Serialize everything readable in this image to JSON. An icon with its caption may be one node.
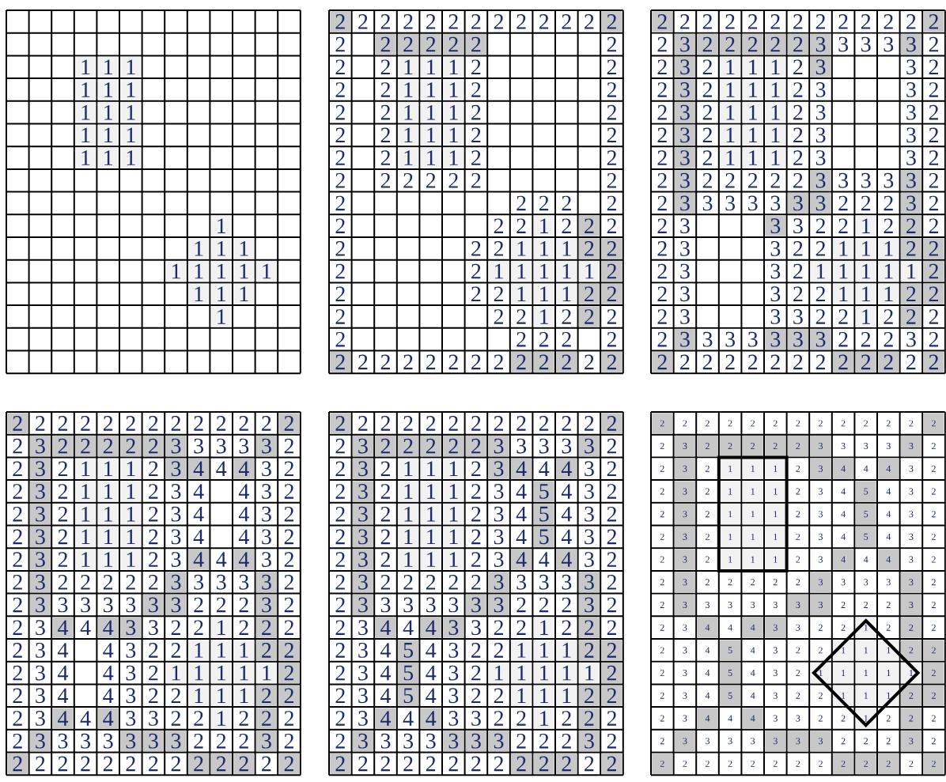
{
  "diagram": {
    "labels": [
      "1",
      "1",
      "1",
      "1",
      "1",
      "1",
      "1",
      "1",
      "1",
      "1",
      "1",
      "1",
      "1",
      "1",
      "1",
      "1",
      "1",
      "1",
      "1",
      "1",
      "1",
      "1",
      "1",
      "1",
      "1",
      "1",
      "1",
      "1",
      "2",
      "2",
      "2",
      "2",
      "2",
      "2",
      "2",
      "2",
      "2",
      "2",
      "2",
      "2",
      "2",
      "2",
      "2",
      "2",
      "2",
      "2",
      "2",
      "2",
      "2",
      "2",
      "1",
      "1",
      "1",
      "2",
      "2",
      "2",
      "2",
      "1",
      "1",
      "1",
      "2",
      "2",
      "2",
      "2",
      "1",
      "1",
      "1",
      "2",
      "2",
      "2",
      "2",
      "1",
      "1",
      "1",
      "2",
      "2",
      "2",
      "2",
      "1",
      "1",
      "1",
      "2",
      "2",
      "2",
      "2",
      "2",
      "2",
      "2",
      "2",
      "2",
      "2",
      "2",
      "2",
      "2",
      "2",
      "2",
      "2",
      "2",
      "1",
      "2",
      "2",
      "2",
      "2",
      "2",
      "2",
      "1",
      "1",
      "1",
      "2",
      "2",
      "2",
      "2",
      "1",
      "1",
      "1",
      "1",
      "1",
      "2",
      "2",
      "2",
      "2",
      "1",
      "1",
      "1",
      "2",
      "2",
      "2",
      "2",
      "2",
      "1",
      "2",
      "2",
      "2",
      "2",
      "2",
      "2",
      "2",
      "2",
      "2",
      "2",
      "2",
      "2",
      "2",
      "2",
      "2",
      "2",
      "2",
      "2",
      "2",
      "2",
      "2",
      "2",
      "2",
      "2",
      "2",
      "2",
      "2",
      "2",
      "2",
      "2",
      "2",
      "2",
      "2",
      "2",
      "2",
      "3",
      "2",
      "2",
      "2",
      "2",
      "2",
      "3",
      "3",
      "3",
      "3",
      "3",
      "2",
      "2",
      "3",
      "2",
      "1",
      "1",
      "1",
      "2",
      "3",
      "3",
      "2",
      "2",
      "3",
      "2",
      "1",
      "1",
      "1",
      "2",
      "3",
      "3",
      "2",
      "2",
      "3",
      "2",
      "1",
      "1",
      "1",
      "2",
      "3",
      "3",
      "2",
      "2",
      "3",
      "2",
      "1",
      "1",
      "1",
      "2",
      "3",
      "3",
      "2",
      "2",
      "3",
      "2",
      "1",
      "1",
      "1",
      "2",
      "3",
      "3",
      "2",
      "2",
      "3",
      "2",
      "2",
      "2",
      "2",
      "2",
      "3",
      "3",
      "3",
      "3",
      "3",
      "2",
      "2",
      "3",
      "3",
      "3",
      "3",
      "3",
      "3",
      "3",
      "2",
      "2",
      "2",
      "3",
      "2",
      "2",
      "3",
      "3",
      "3",
      "2",
      "2",
      "1",
      "2",
      "2",
      "2",
      "2",
      "3",
      "3",
      "2",
      "2",
      "1",
      "1",
      "1",
      "2",
      "2",
      "2",
      "3",
      "3",
      "2",
      "1",
      "1",
      "1",
      "1",
      "1",
      "2",
      "2",
      "3",
      "3",
      "2",
      "2",
      "1",
      "1",
      "1",
      "2",
      "2",
      "2",
      "3",
      "3",
      "3",
      "2",
      "2",
      "1",
      "2",
      "2",
      "2",
      "2",
      "3",
      "3",
      "3",
      "3",
      "3",
      "3",
      "3",
      "2",
      "2",
      "2",
      "3",
      "2",
      "2",
      "2",
      "2",
      "2",
      "2",
      "2",
      "2",
      "2",
      "2",
      "2",
      "2",
      "2",
      "2",
      "2",
      "2",
      "2",
      "2",
      "2",
      "2",
      "2",
      "2",
      "2",
      "2",
      "2",
      "2",
      "2",
      "2",
      "3",
      "2",
      "2",
      "2",
      "2",
      "2",
      "3",
      "3",
      "3",
      "3",
      "3",
      "2",
      "2",
      "3",
      "2",
      "1",
      "1",
      "1",
      "2",
      "3",
      "4",
      "4",
      "4",
      "3",
      "2",
      "2",
      "3",
      "2",
      "1",
      "1",
      "1",
      "2",
      "3",
      "4",
      "4",
      "3",
      "2",
      "2",
      "3",
      "2",
      "1",
      "1",
      "1",
      "2",
      "3",
      "4",
      "4",
      "3",
      "2",
      "2",
      "3",
      "2",
      "1",
      "1",
      "1",
      "2",
      "3",
      "4",
      "4",
      "3",
      "2",
      "2",
      "3",
      "2",
      "1",
      "1",
      "1",
      "2",
      "3",
      "4",
      "4",
      "4",
      "3",
      "2",
      "2",
      "3",
      "2",
      "2",
      "2",
      "2",
      "2",
      "3",
      "3",
      "3",
      "3",
      "3",
      "2",
      "2",
      "3",
      "3",
      "3",
      "3",
      "3",
      "3",
      "3",
      "2",
      "2",
      "2",
      "3",
      "2",
      "2",
      "3",
      "4",
      "4",
      "4",
      "3",
      "3",
      "2",
      "2",
      "1",
      "2",
      "2",
      "2",
      "2",
      "3",
      "4",
      "4",
      "3",
      "2",
      "2",
      "1",
      "1",
      "1",
      "2",
      "2",
      "2",
      "3",
      "4",
      "4",
      "3",
      "2",
      "1",
      "1",
      "1",
      "1",
      "1",
      "2",
      "2",
      "3",
      "4",
      "4",
      "3",
      "2",
      "2",
      "1",
      "1",
      "1",
      "2",
      "2",
      "2",
      "3",
      "4",
      "4",
      "4",
      "3",
      "3",
      "2",
      "2",
      "1",
      "2",
      "2",
      "2",
      "2",
      "3",
      "3",
      "3",
      "3",
      "3",
      "3",
      "3",
      "2",
      "2",
      "2",
      "3",
      "2",
      "2",
      "2",
      "2",
      "2",
      "2",
      "2",
      "2",
      "2",
      "2",
      "2",
      "2",
      "2",
      "2",
      "2",
      "2",
      "2",
      "2",
      "2",
      "2",
      "2",
      "2",
      "2",
      "2",
      "2",
      "2",
      "2",
      "2",
      "3",
      "2",
      "2",
      "2",
      "2",
      "2",
      "3",
      "3",
      "3",
      "3",
      "3",
      "2",
      "2",
      "3",
      "2",
      "1",
      "1",
      "1",
      "2",
      "3",
      "4",
      "4",
      "4",
      "3",
      "2",
      "2",
      "3",
      "2",
      "1",
      "1",
      "1",
      "2",
      "3",
      "4",
      "5",
      "4",
      "3",
      "2",
      "2",
      "3",
      "2",
      "1",
      "1",
      "1",
      "2",
      "3",
      "4",
      "5",
      "4",
      "3",
      "2",
      "2",
      "3",
      "2",
      "1",
      "1",
      "1",
      "2",
      "3",
      "4",
      "5",
      "4",
      "3",
      "2",
      "2",
      "3",
      "2",
      "1",
      "1",
      "1",
      "2",
      "3",
      "4",
      "4",
      "4",
      "3",
      "2",
      "2",
      "3",
      "2",
      "2",
      "2",
      "2",
      "2",
      "3",
      "3",
      "3",
      "3",
      "3",
      "2",
      "2",
      "3",
      "3",
      "3",
      "3",
      "3",
      "3",
      "3",
      "2",
      "2",
      "2",
      "3",
      "2",
      "2",
      "3",
      "4",
      "4",
      "4",
      "3",
      "3",
      "2",
      "2",
      "1",
      "2",
      "2",
      "2",
      "2",
      "3",
      "4",
      "5",
      "4",
      "3",
      "2",
      "2",
      "1",
      "1",
      "1",
      "2",
      "2",
      "2",
      "3",
      "4",
      "5",
      "4",
      "3",
      "2",
      "1",
      "1",
      "1",
      "1",
      "1",
      "2",
      "2",
      "3",
      "4",
      "5",
      "4",
      "3",
      "2",
      "2",
      "1",
      "1",
      "1",
      "2",
      "2",
      "2",
      "3",
      "4",
      "4",
      "4",
      "3",
      "3",
      "2",
      "2",
      "1",
      "2",
      "2",
      "2",
      "2",
      "3",
      "3",
      "3",
      "3",
      "3",
      "3",
      "3",
      "2",
      "2",
      "2",
      "3",
      "2",
      "2",
      "2",
      "2",
      "2",
      "2",
      "2",
      "2",
      "2",
      "2",
      "2",
      "2",
      "2",
      "2",
      "2",
      "2",
      "2",
      "2",
      "2",
      "2",
      "2",
      "2",
      "2",
      "2",
      "2",
      "2",
      "2",
      "2",
      "3",
      "2",
      "2",
      "2",
      "2",
      "2",
      "3",
      "3",
      "3",
      "3",
      "3",
      "2",
      "2",
      "3",
      "2",
      "1",
      "1",
      "1",
      "2",
      "3",
      "4",
      "4",
      "4",
      "3",
      "2",
      "2",
      "3",
      "2",
      "1",
      "1",
      "1",
      "2",
      "3",
      "4",
      "5",
      "4",
      "3",
      "2",
      "2",
      "3",
      "2",
      "1",
      "1",
      "1",
      "2",
      "3",
      "4",
      "5",
      "4",
      "3",
      "2",
      "2",
      "3",
      "2",
      "1",
      "1",
      "1",
      "2",
      "3",
      "4",
      "5",
      "4",
      "3",
      "2",
      "2",
      "3",
      "2",
      "1",
      "1",
      "1",
      "2",
      "3",
      "4",
      "4",
      "4",
      "3",
      "2",
      "2",
      "3",
      "2",
      "2",
      "2",
      "2",
      "2",
      "3",
      "3",
      "3",
      "3",
      "3",
      "2",
      "2",
      "3",
      "3",
      "3",
      "3",
      "3",
      "3",
      "3",
      "2",
      "2",
      "2",
      "3",
      "2",
      "2",
      "3",
      "4",
      "4",
      "4",
      "3",
      "3",
      "2",
      "2",
      "1",
      "2",
      "2",
      "2",
      "2",
      "3",
      "4",
      "5",
      "4",
      "3",
      "2",
      "2",
      "1",
      "1",
      "1",
      "2",
      "2",
      "2",
      "3",
      "4",
      "5",
      "4",
      "3",
      "2",
      "1",
      "1",
      "1",
      "1",
      "1",
      "2",
      "2",
      "3",
      "4",
      "5",
      "4",
      "3",
      "2",
      "2",
      "1",
      "1",
      "1",
      "2",
      "2",
      "2",
      "3",
      "4",
      "4",
      "4",
      "3",
      "3",
      "2",
      "2",
      "1",
      "2",
      "2",
      "2",
      "2",
      "3",
      "3",
      "3",
      "3",
      "3",
      "3",
      "3",
      "2",
      "2",
      "2",
      "3",
      "2",
      "2",
      "2",
      "2",
      "2",
      "2",
      "2",
      "2",
      "2",
      "2",
      "2",
      "2",
      "2",
      "2"
    ]
  }
}
